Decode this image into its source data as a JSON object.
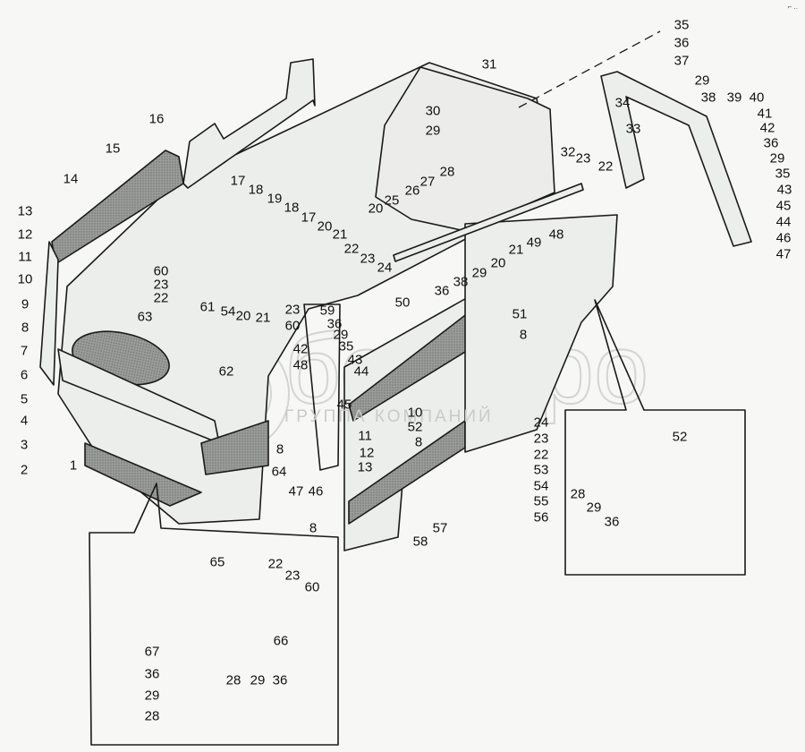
{
  "diagram": {
    "title": "Cab hood / front panels assembly — exploded parts view",
    "watermark": {
      "brand": "белагро",
      "subtitle": "ГРУППА КОМПАНИЙ"
    },
    "corner_mark": "⌐ ..",
    "colors": {
      "line": "#1a1a1a",
      "fill_hatch": "#8a8c8a",
      "panel": "#eceeeb",
      "background": "#f7f8f6"
    },
    "callouts": [
      {
        "id": "c1",
        "text": "1"
      },
      {
        "id": "c2",
        "text": "2"
      },
      {
        "id": "c3",
        "text": "3"
      },
      {
        "id": "c4",
        "text": "4"
      },
      {
        "id": "c5",
        "text": "5"
      },
      {
        "id": "c6",
        "text": "6"
      },
      {
        "id": "c7",
        "text": "7"
      },
      {
        "id": "c8a",
        "text": "8"
      },
      {
        "id": "c9",
        "text": "9"
      },
      {
        "id": "c10a",
        "text": "10"
      },
      {
        "id": "c11a",
        "text": "11"
      },
      {
        "id": "c12a",
        "text": "12"
      },
      {
        "id": "c13a",
        "text": "13"
      },
      {
        "id": "c14",
        "text": "14"
      },
      {
        "id": "c15",
        "text": "15"
      },
      {
        "id": "c16",
        "text": "16"
      },
      {
        "id": "c17a",
        "text": "17"
      },
      {
        "id": "c18a",
        "text": "18"
      },
      {
        "id": "c19",
        "text": "19"
      },
      {
        "id": "c18b",
        "text": "18"
      },
      {
        "id": "c17b",
        "text": "17"
      },
      {
        "id": "c20a",
        "text": "20"
      },
      {
        "id": "c21a",
        "text": "21"
      },
      {
        "id": "c22a",
        "text": "22"
      },
      {
        "id": "c23a",
        "text": "23"
      },
      {
        "id": "c24a",
        "text": "24"
      },
      {
        "id": "c60a",
        "text": "60"
      },
      {
        "id": "c23b",
        "text": "23"
      },
      {
        "id": "c22b",
        "text": "22"
      },
      {
        "id": "c61",
        "text": "61"
      },
      {
        "id": "c54a",
        "text": "54"
      },
      {
        "id": "c20b",
        "text": "20"
      },
      {
        "id": "c21b",
        "text": "21"
      },
      {
        "id": "c63",
        "text": "63"
      },
      {
        "id": "c62",
        "text": "62"
      },
      {
        "id": "c23c",
        "text": "23"
      },
      {
        "id": "c60b",
        "text": "60"
      },
      {
        "id": "c59",
        "text": "59"
      },
      {
        "id": "c36a",
        "text": "36"
      },
      {
        "id": "c29a",
        "text": "29"
      },
      {
        "id": "c35a",
        "text": "35"
      },
      {
        "id": "c42a",
        "text": "42"
      },
      {
        "id": "c48a",
        "text": "48"
      },
      {
        "id": "c43a",
        "text": "43"
      },
      {
        "id": "c44a",
        "text": "44"
      },
      {
        "id": "c45a",
        "text": "45"
      },
      {
        "id": "c8b",
        "text": "8"
      },
      {
        "id": "c64",
        "text": "64"
      },
      {
        "id": "c47a",
        "text": "47"
      },
      {
        "id": "c46a",
        "text": "46"
      },
      {
        "id": "c8c",
        "text": "8"
      },
      {
        "id": "c31",
        "text": "31"
      },
      {
        "id": "c30",
        "text": "30"
      },
      {
        "id": "c29b",
        "text": "29"
      },
      {
        "id": "c28a",
        "text": "28"
      },
      {
        "id": "c26",
        "text": "26"
      },
      {
        "id": "c27",
        "text": "27"
      },
      {
        "id": "c25",
        "text": "25"
      },
      {
        "id": "c20c",
        "text": "20"
      },
      {
        "id": "c21c",
        "text": "21"
      },
      {
        "id": "c20d",
        "text": "20"
      },
      {
        "id": "c49",
        "text": "49"
      },
      {
        "id": "c48b",
        "text": "48"
      },
      {
        "id": "c50",
        "text": "50"
      },
      {
        "id": "c36b",
        "text": "36"
      },
      {
        "id": "c38a",
        "text": "38"
      },
      {
        "id": "c29c",
        "text": "29"
      },
      {
        "id": "c32",
        "text": "32"
      },
      {
        "id": "c23d",
        "text": "23"
      },
      {
        "id": "c22c",
        "text": "22"
      },
      {
        "id": "c35b",
        "text": "35"
      },
      {
        "id": "c36c",
        "text": "36"
      },
      {
        "id": "c37",
        "text": "37"
      },
      {
        "id": "c29d",
        "text": "29"
      },
      {
        "id": "c34",
        "text": "34"
      },
      {
        "id": "c38b",
        "text": "38"
      },
      {
        "id": "c39",
        "text": "39"
      },
      {
        "id": "c40",
        "text": "40"
      },
      {
        "id": "c33",
        "text": "33"
      },
      {
        "id": "c41",
        "text": "41"
      },
      {
        "id": "c42b",
        "text": "42"
      },
      {
        "id": "c36d",
        "text": "36"
      },
      {
        "id": "c29e",
        "text": "29"
      },
      {
        "id": "c35c",
        "text": "35"
      },
      {
        "id": "c43b",
        "text": "43"
      },
      {
        "id": "c45b",
        "text": "45"
      },
      {
        "id": "c44b",
        "text": "44"
      },
      {
        "id": "c46b",
        "text": "46"
      },
      {
        "id": "c47b",
        "text": "47"
      },
      {
        "id": "c51",
        "text": "51"
      },
      {
        "id": "c8d",
        "text": "8"
      },
      {
        "id": "c10b",
        "text": "10"
      },
      {
        "id": "c11b",
        "text": "11"
      },
      {
        "id": "c52a",
        "text": "52"
      },
      {
        "id": "c12b",
        "text": "12"
      },
      {
        "id": "c8e",
        "text": "8"
      },
      {
        "id": "c13b",
        "text": "13"
      },
      {
        "id": "c57",
        "text": "57"
      },
      {
        "id": "c58",
        "text": "58"
      },
      {
        "id": "c24b",
        "text": "24"
      },
      {
        "id": "c23e",
        "text": "23"
      },
      {
        "id": "c22d",
        "text": "22"
      },
      {
        "id": "c53",
        "text": "53"
      },
      {
        "id": "c54b",
        "text": "54"
      },
      {
        "id": "c55",
        "text": "55"
      },
      {
        "id": "c56",
        "text": "56"
      },
      {
        "id": "c52b",
        "text": "52"
      },
      {
        "id": "c28b",
        "text": "28"
      },
      {
        "id": "c29f",
        "text": "29"
      },
      {
        "id": "c36e",
        "text": "36"
      },
      {
        "id": "c65",
        "text": "65"
      },
      {
        "id": "c22e",
        "text": "22"
      },
      {
        "id": "c23f",
        "text": "23"
      },
      {
        "id": "c60c",
        "text": "60"
      },
      {
        "id": "c66",
        "text": "66"
      },
      {
        "id": "c67",
        "text": "67"
      },
      {
        "id": "c36f",
        "text": "36"
      },
      {
        "id": "c29g",
        "text": "29"
      },
      {
        "id": "c28c",
        "text": "28"
      },
      {
        "id": "c28d",
        "text": "28"
      },
      {
        "id": "c29h",
        "text": "29"
      },
      {
        "id": "c36g",
        "text": "36"
      }
    ],
    "insets": [
      {
        "name": "latch-detail-inset",
        "parts": [
          "52",
          "28",
          "29",
          "36"
        ]
      },
      {
        "name": "bracket-detail-inset",
        "parts": [
          "65",
          "66",
          "67",
          "22",
          "23",
          "60",
          "28",
          "29",
          "36"
        ]
      }
    ]
  }
}
